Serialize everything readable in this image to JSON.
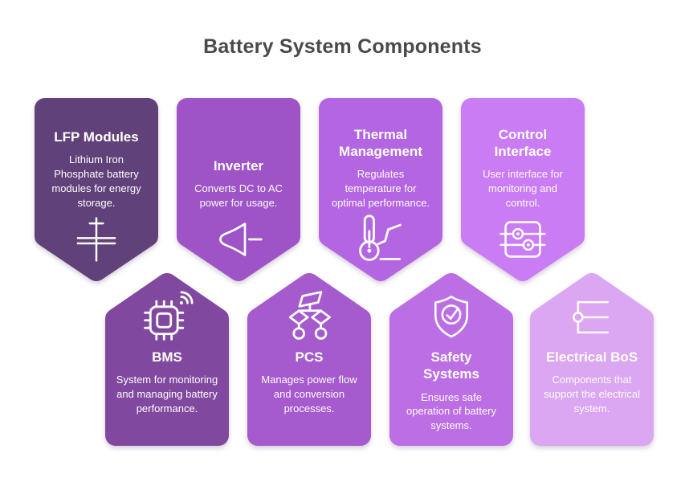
{
  "page": {
    "title": "Battery System Components",
    "title_color": "#4a4a4a",
    "background": "#ffffff"
  },
  "cards": [
    {
      "id": "lfp-modules",
      "title": "LFP Modules",
      "description": "Lithium Iron Phosphate battery modules for energy storage.",
      "icon": "capacitor-icon",
      "color": "#614179",
      "row": "top"
    },
    {
      "id": "inverter",
      "title": "Inverter",
      "description": "Converts DC to AC power for usage.",
      "icon": "speaker-horn-icon",
      "color": "#9e53c6",
      "row": "top"
    },
    {
      "id": "thermal-management",
      "title": "Thermal\nManagement",
      "description": "Regulates temperature for optimal performance.",
      "icon": "thermometer-graph-icon",
      "color": "#b465e2",
      "row": "top"
    },
    {
      "id": "control-interface",
      "title": "Control\nInterface",
      "description": "User interface for monitoring and control.",
      "icon": "sliders-panel-icon",
      "color": "#c97cf3",
      "row": "top"
    },
    {
      "id": "bms",
      "title": "BMS",
      "description": "System for monitoring and managing battery performance.",
      "icon": "chip-wireless-icon",
      "color": "#81489f",
      "row": "bottom"
    },
    {
      "id": "pcs",
      "title": "PCS",
      "description": "Manages power flow and conversion processes.",
      "icon": "flowchart-icon",
      "color": "#a55acd",
      "row": "bottom"
    },
    {
      "id": "safety-systems",
      "title": "Safety\nSystems",
      "description": "Ensures safe operation of battery systems.",
      "icon": "shield-check-icon",
      "color": "#bc6fe4",
      "row": "bottom"
    },
    {
      "id": "electrical-bos",
      "title": "Electrical BoS",
      "description": "Components that support the electrical system.",
      "icon": "bus-connection-icon",
      "color": "#dba6f2",
      "row": "bottom"
    }
  ]
}
